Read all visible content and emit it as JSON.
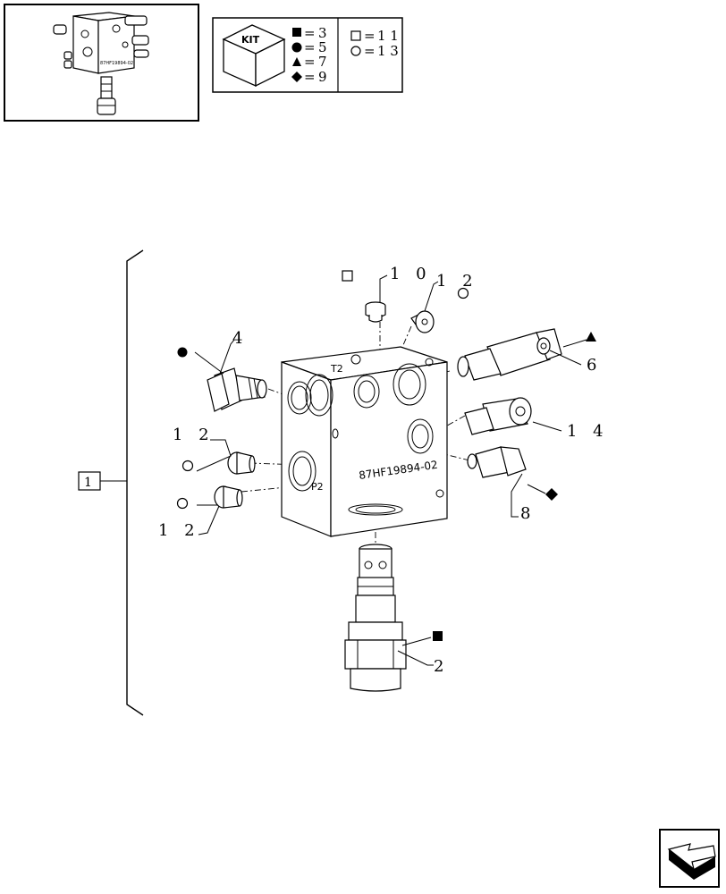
{
  "kit_legend": {
    "kit_label": "KIT",
    "entries": [
      {
        "symbol": "square-filled",
        "value": "3"
      },
      {
        "symbol": "circle-filled",
        "value": "5"
      },
      {
        "symbol": "triangle-filled",
        "value": "7"
      },
      {
        "symbol": "diamond-filled",
        "value": "9"
      },
      {
        "symbol": "square-open",
        "value": "1 1"
      },
      {
        "symbol": "circle-open",
        "value": "1 3"
      }
    ]
  },
  "assembly_ref": "1",
  "block_markings": {
    "port_t2": "T2",
    "port_p2": "P2",
    "part_number": "87HF19894-02"
  },
  "thumbnail_marking": "87HF19894-02",
  "callouts": [
    {
      "id": "c10",
      "text": "1 0",
      "symbol": "square-open"
    },
    {
      "id": "c12a",
      "text": "1 2",
      "symbol": "circle-open"
    },
    {
      "id": "c4",
      "text": "4",
      "symbol": "circle-filled"
    },
    {
      "id": "c6",
      "text": "6",
      "symbol": "triangle-filled"
    },
    {
      "id": "c14",
      "text": "1 4",
      "symbol": "none"
    },
    {
      "id": "c12b",
      "text": "1 2",
      "symbol": "circle-open"
    },
    {
      "id": "c12c",
      "text": "1 2",
      "symbol": "circle-open"
    },
    {
      "id": "c8",
      "text": "8",
      "symbol": "diamond-filled"
    },
    {
      "id": "c2",
      "text": "2",
      "symbol": "square-filled"
    }
  ],
  "nav": {
    "icon": "next-page-arrow-icon"
  }
}
